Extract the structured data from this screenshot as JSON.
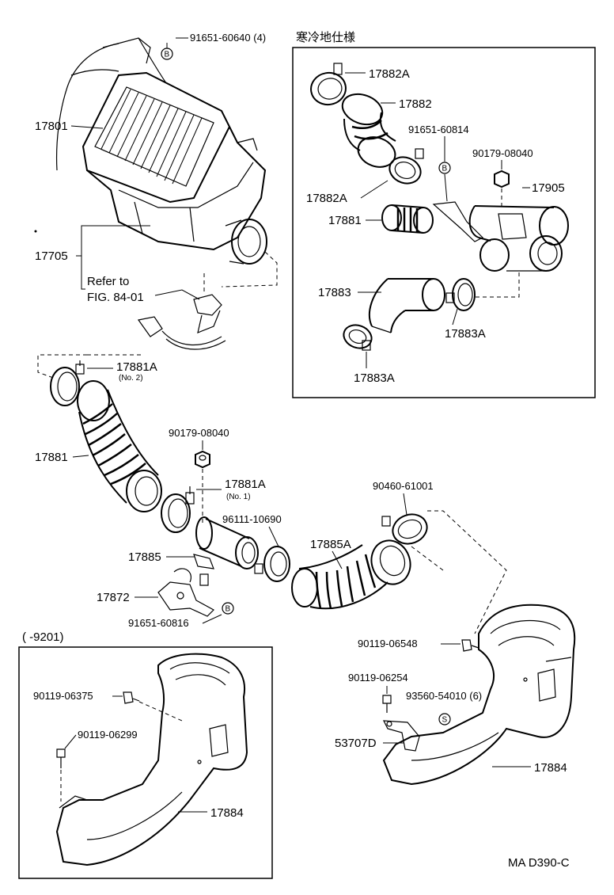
{
  "figure": {
    "code": "MA D390-C",
    "cold_area_title": "寒冷地仕様",
    "variant_title": "(   -9201)",
    "refer_to": "Refer to",
    "refer_fig": "FIG. 84-01"
  },
  "parts": {
    "p17801": "17801",
    "p17705": "17705",
    "p91651_60640": "91651-60640 (4)",
    "p17881A_no2": "17881A",
    "no2": "(No. 2)",
    "p17881": "17881",
    "p90179_08040": "90179-08040",
    "p17881A_no1": "17881A",
    "no1": "(No. 1)",
    "p96111_10690": "96111-10690",
    "p17885": "17885",
    "p17885A": "17885A",
    "p90460_61001": "90460-61001",
    "p17872": "17872",
    "p91651_60816": "91651-60816",
    "p90119_06548": "90119-06548",
    "p90119_06254": "90119-06254",
    "p93560_54010": "93560-54010 (6)",
    "p53707D": "53707D",
    "p17884_right": "17884",
    "p90119_06375": "90119-06375",
    "p90119_06299": "90119-06299",
    "p17884_left": "17884"
  },
  "cold": {
    "p17882A_top": "17882A",
    "p17882": "17882",
    "p91651_60814": "91651-60814",
    "p90179_08040": "90179-08040",
    "p17905": "17905",
    "p17882A_bottom": "17882A",
    "p17881": "17881",
    "p17883": "17883",
    "p17883A_right": "17883A",
    "p17883A_bottom": "17883A"
  },
  "markers": {
    "b": "B",
    "s": "S"
  }
}
